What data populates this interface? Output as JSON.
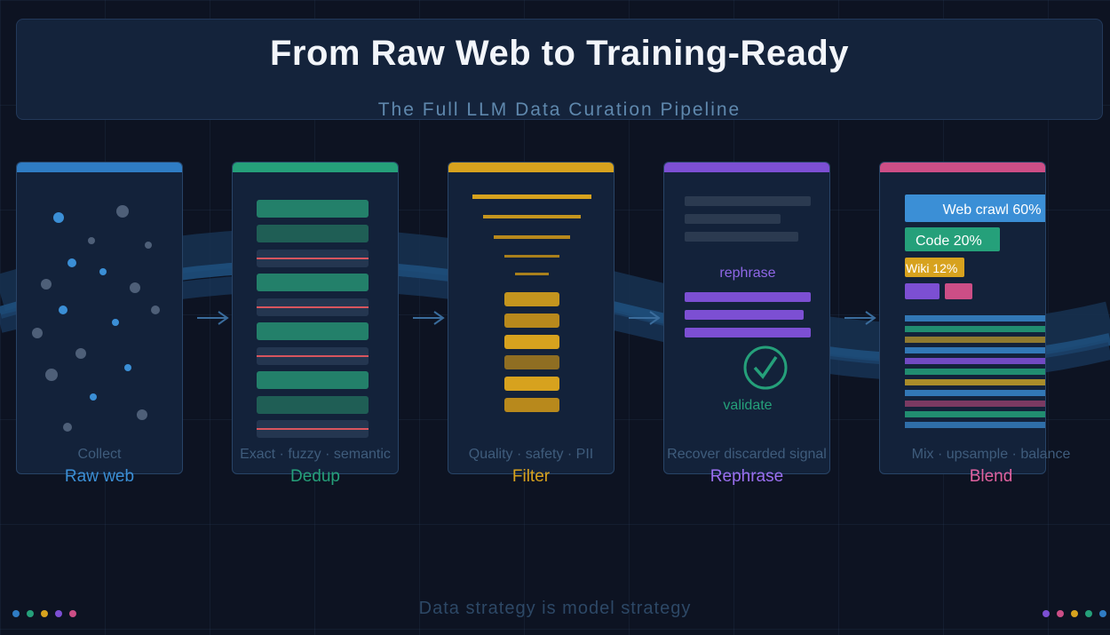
{
  "header": {
    "title": "From Raw Web to Training-Ready",
    "subtitle": "The Full LLM Data Curation Pipeline"
  },
  "stages": [
    {
      "caption": "Collect",
      "name": "Raw web",
      "color": "#2f7cc4"
    },
    {
      "caption": "Exact · fuzzy · semantic",
      "name": "Dedup",
      "color": "#25a07a"
    },
    {
      "caption": "Quality · safety · PII",
      "name": "Filter",
      "color": "#d7a21e"
    },
    {
      "caption": "Recover discarded signal",
      "name": "Rephrase",
      "color": "#7c4fd3"
    },
    {
      "caption": "Mix · upsample · balance",
      "name": "Blend",
      "color": "#cc4e86"
    }
  ],
  "rephrase": {
    "rephrase_label": "rephrase",
    "validate_label": "validate"
  },
  "blend": {
    "items": [
      {
        "label": "Web crawl 60%",
        "color": "#3b8fd6"
      },
      {
        "label": "Code 20%",
        "color": "#25a07a"
      },
      {
        "label": "Wiki 12%",
        "color": "#d7a21e"
      }
    ]
  },
  "footer": {
    "text": "Data strategy is model strategy"
  },
  "footer_dot_colors": [
    "#2f7cc4",
    "#25a07a",
    "#d7a21e",
    "#7c4fd3",
    "#cc4e86"
  ]
}
